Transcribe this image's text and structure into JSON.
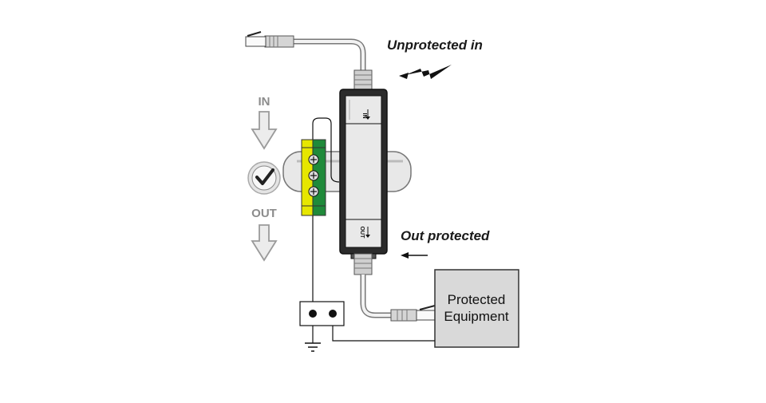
{
  "labels": {
    "unprotected_in": "Unprotected in",
    "out_protected": "Out protected",
    "side_in": "IN",
    "side_out": "OUT",
    "port_in": "IN",
    "port_out": "OUT",
    "equipment_line1": "Protected",
    "equipment_line2": "Equipment"
  },
  "colors": {
    "terminal_yellow": "#e6e600",
    "terminal_green": "#1f8a3a",
    "arrow_gray": "#9a9a9a",
    "device_body": "#2b2b2b",
    "equipment_fill": "#d9d9d9",
    "rail": "#e6e6e6"
  },
  "icons": {
    "status": "checkmark-icon",
    "lightning": "lightning-icon",
    "ground": "ground-icon"
  }
}
